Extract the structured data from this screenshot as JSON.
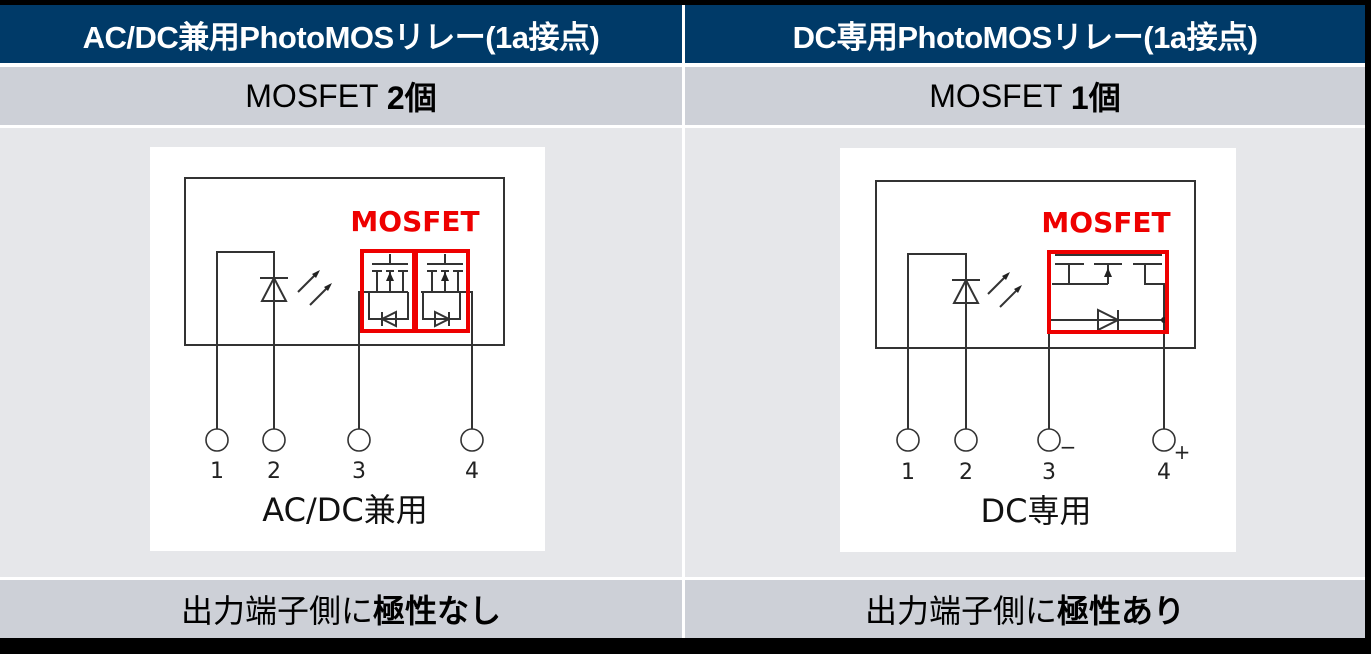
{
  "columns": [
    {
      "header": "AC/DC兼用PhotoMOSリレー(1a接点)",
      "mosfet_prefix": "MOSFET ",
      "mosfet_count": "2個",
      "diagram": {
        "mosfet_label": "MOSFET",
        "pins": [
          "1",
          "2",
          "3",
          "4"
        ],
        "pin_polarity": [
          "",
          "",
          "",
          ""
        ],
        "caption": "AC/DC兼用"
      },
      "polarity_prefix": "出力端子側に",
      "polarity_value": "極性なし"
    },
    {
      "header": "DC専用PhotoMOSリレー(1a接点)",
      "mosfet_prefix": "MOSFET ",
      "mosfet_count": "1個",
      "diagram": {
        "mosfet_label": "MOSFET",
        "pins": [
          "1",
          "2",
          "3",
          "4"
        ],
        "pin_polarity": [
          "",
          "",
          "−",
          "+"
        ],
        "caption": "DC専用"
      },
      "polarity_prefix": "出力端子側に",
      "polarity_value": "極性あり"
    }
  ],
  "colors": {
    "header_bg": "#003a68",
    "row_bg": "#cdd0d7",
    "diagram_row_bg": "#e6e7ea",
    "highlight": "#ee0000"
  }
}
